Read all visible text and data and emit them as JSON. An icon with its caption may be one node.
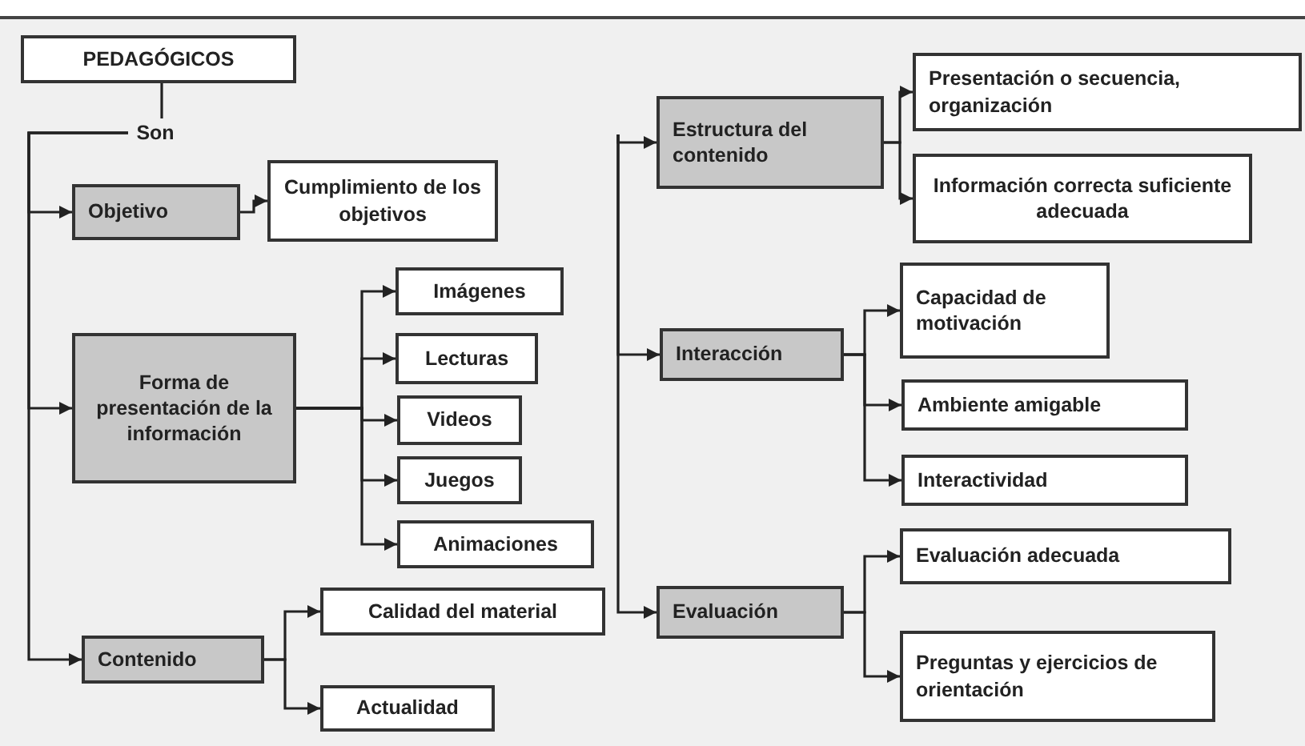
{
  "diagram": {
    "nodes": [
      {
        "text": [
          "PEDAGÓGICOS"
        ]
      },
      {
        "text": [
          "Son"
        ]
      },
      {
        "text": [
          "Objetivo"
        ]
      },
      {
        "text": [
          "Cumplimiento de los objetivos"
        ]
      },
      {
        "text": [
          "Forma de presentación de la información"
        ]
      },
      {
        "text": [
          "Imágenes"
        ]
      },
      {
        "text": [
          "Lecturas"
        ]
      },
      {
        "text": [
          "Videos"
        ]
      },
      {
        "text": [
          "Juegos"
        ]
      },
      {
        "text": [
          "Animaciones"
        ]
      },
      {
        "text": [
          "Calidad del material"
        ]
      },
      {
        "text": [
          "Contenido"
        ]
      },
      {
        "text": [
          "Actualidad"
        ]
      },
      {
        "text": [
          "Estructura del contenido"
        ]
      },
      {
        "text": [
          "Presentación o secuencia, organización"
        ]
      },
      {
        "text": [
          "Información correcta suficiente adecuada"
        ]
      },
      {
        "text": [
          "Interacción"
        ]
      },
      {
        "text": [
          "Capacidad de motivación"
        ]
      },
      {
        "text": [
          "Ambiente amigable"
        ]
      },
      {
        "text": [
          "Interactividad"
        ]
      },
      {
        "text": [
          "Evaluación"
        ]
      },
      {
        "text": [
          "Evaluación adecuada"
        ]
      },
      {
        "text": [
          "Preguntas y ejercicios de orientación"
        ]
      }
    ],
    "edges": [
      {
        "from": 0,
        "to": 1,
        "arrow": "none"
      },
      {
        "from": 1,
        "to": 2,
        "arrow": "to"
      },
      {
        "from": 1,
        "to": 4,
        "arrow": "to"
      },
      {
        "from": 1,
        "to": 11,
        "arrow": "to"
      },
      {
        "from": 2,
        "to": 3,
        "arrow": "to"
      },
      {
        "from": 4,
        "to": 5,
        "arrow": "to"
      },
      {
        "from": 4,
        "to": 6,
        "arrow": "to"
      },
      {
        "from": 4,
        "to": 7,
        "arrow": "to"
      },
      {
        "from": 4,
        "to": 8,
        "arrow": "to"
      },
      {
        "from": 4,
        "to": 9,
        "arrow": "to"
      },
      {
        "from": 11,
        "to": 10,
        "arrow": "to"
      },
      {
        "from": 11,
        "to": 12,
        "arrow": "to"
      },
      {
        "from": null,
        "to": 13,
        "arrow": "to"
      },
      {
        "from": null,
        "to": 16,
        "arrow": "to"
      },
      {
        "from": null,
        "to": 20,
        "arrow": "to"
      },
      {
        "from": 13,
        "to": 14,
        "arrow": "to"
      },
      {
        "from": 13,
        "to": 15,
        "arrow": "to"
      },
      {
        "from": 16,
        "to": 17,
        "arrow": "to"
      },
      {
        "from": 16,
        "to": 18,
        "arrow": "to"
      },
      {
        "from": 16,
        "to": 19,
        "arrow": "to"
      },
      {
        "from": 20,
        "to": 21,
        "arrow": "to"
      },
      {
        "from": 20,
        "to": 22,
        "arrow": "to"
      }
    ]
  }
}
